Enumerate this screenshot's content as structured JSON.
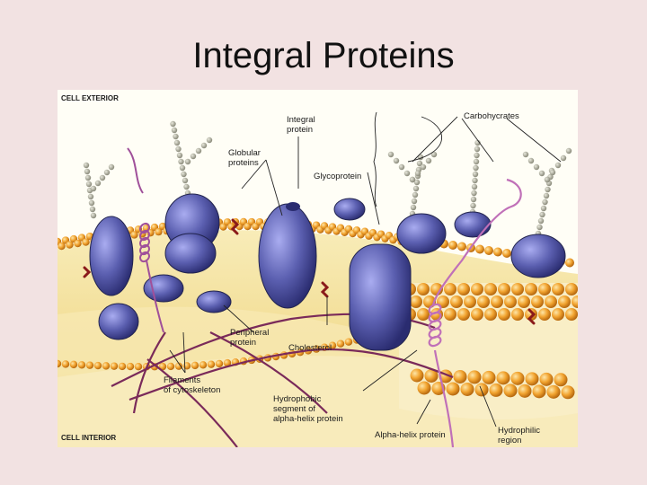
{
  "slide": {
    "title": "Integral Proteins"
  },
  "figure": {
    "labels": {
      "cell_exterior": "CELL EXTERIOR",
      "cell_interior": "CELL INTERIOR",
      "integral_protein": [
        "Integral",
        "protein"
      ],
      "carbohydrates": "Carbohycrates",
      "globular_proteins": [
        "Globular",
        "proteins"
      ],
      "glycoprotein": "Glycoprotein",
      "peripheral_protein": [
        "Peripheral",
        "protein"
      ],
      "cholesterol": "Cholesterol",
      "filaments": [
        "Filaments",
        "of cytoskeleton"
      ],
      "hydrophobic": [
        "Hydrophobic",
        "segment of",
        "alpha-helix protein"
      ],
      "alpha_helix": "Alpha-helix protein",
      "hydrophilic": [
        "Hydrophilic",
        "region"
      ]
    },
    "colors": {
      "protein": "#5b5fb0",
      "phospholipid_head": "#f2a430",
      "membrane_core": "#f6e6a6",
      "cytoskeleton": "#7a2a5a",
      "cholesterol": "#8a1a1a",
      "carbohydrate": "#9a9a8a"
    }
  }
}
